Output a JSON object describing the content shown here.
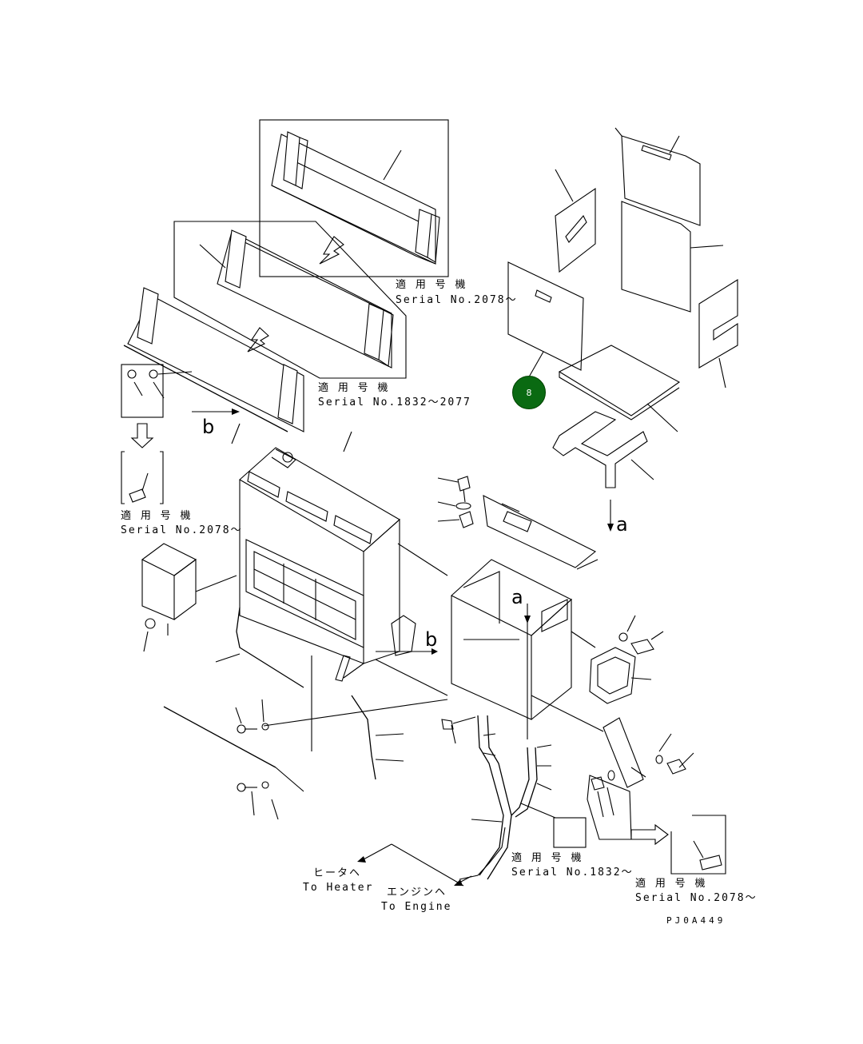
{
  "diagram": {
    "labels": {
      "serial_top_jp": "適 用 号 機",
      "serial_top": "Serial No.2078～",
      "serial_mid_jp": "適 用 号 機",
      "serial_mid": "Serial No.1832～2077",
      "serial_left_jp": "適 用 号 機",
      "serial_left": "Serial No.2078～",
      "serial_bottom_jp": "適 用 号 機",
      "serial_bottom": "Serial No.1832～",
      "serial_right_jp": "適 用 号 機",
      "serial_right": "Serial No.2078～",
      "heater_jp": "ヒータヘ",
      "heater_en": "To Heater",
      "engine_jp": "エンジンヘ",
      "engine_en": "To Engine",
      "drawing_code": "PJ0A449",
      "arrow_a_1": "a",
      "arrow_a_2": "a",
      "arrow_b_1": "b",
      "arrow_b_2": "b"
    },
    "callout": {
      "number": "8",
      "color": "#0a6a12"
    }
  }
}
